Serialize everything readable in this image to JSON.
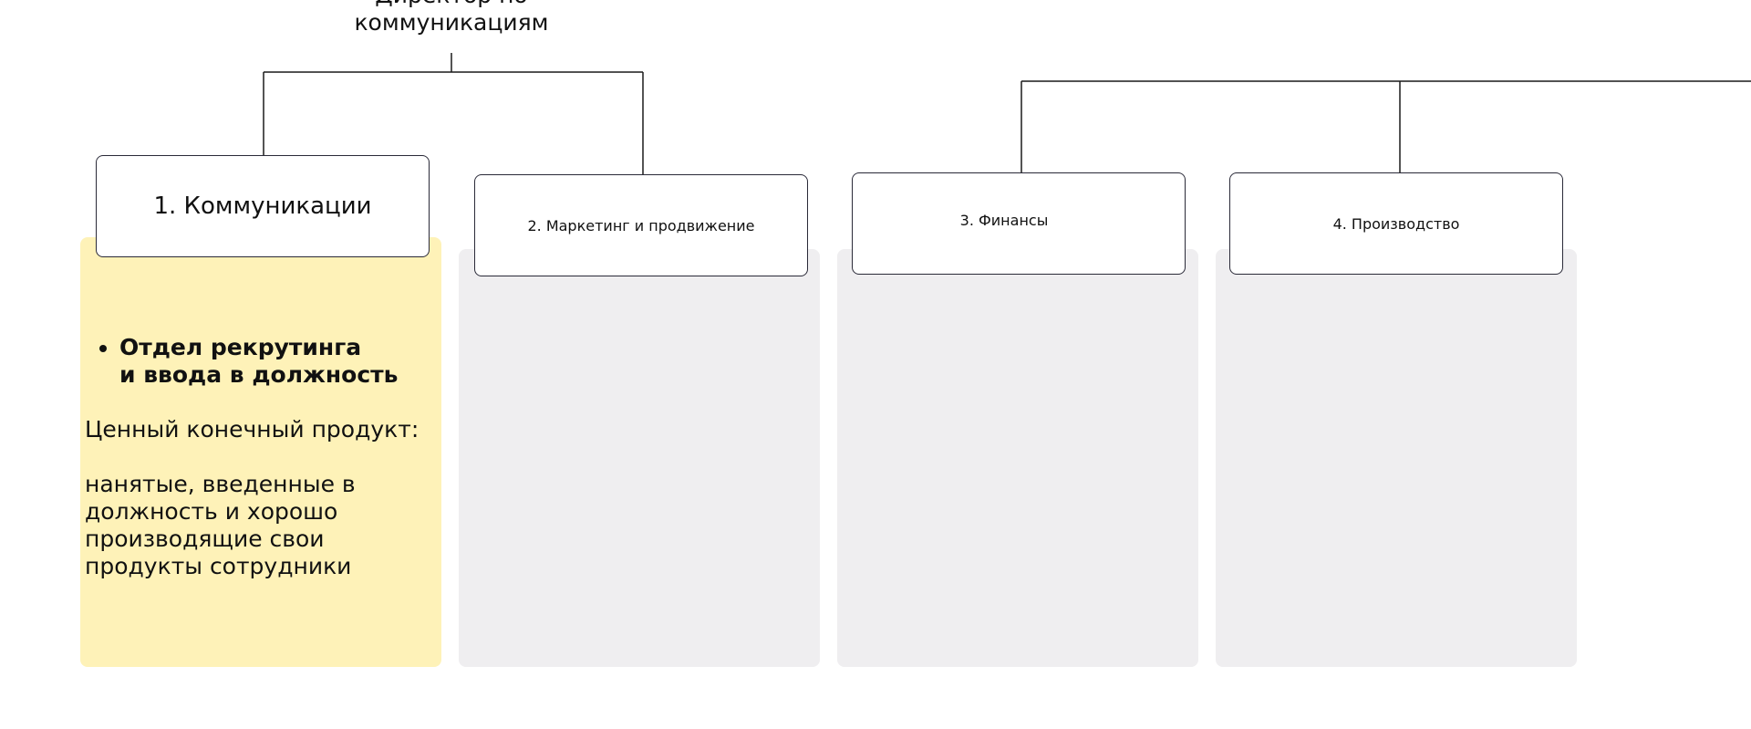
{
  "director": {
    "title": "Директор по\nкоммуникациям"
  },
  "departments": [
    {
      "label": "1. Коммуникации"
    },
    {
      "label": "2. Маркетинг и продвижение"
    },
    {
      "label": "3. Финансы"
    },
    {
      "label": "4. Производство"
    }
  ],
  "column_1": {
    "section": "Отдел рекрутинга\nи ввода в должность",
    "product_label": "Ценный конечный продукт:",
    "product_text": "нанятые, введенные в\nдолжность и хорошо\nпроизводящие свои\nпродукты сотрудники"
  },
  "colors": {
    "highlight_column": "#fef2b8",
    "empty_column": "#efeef0",
    "box_border": "#2a2a38",
    "connector": "#1a1a1a"
  }
}
